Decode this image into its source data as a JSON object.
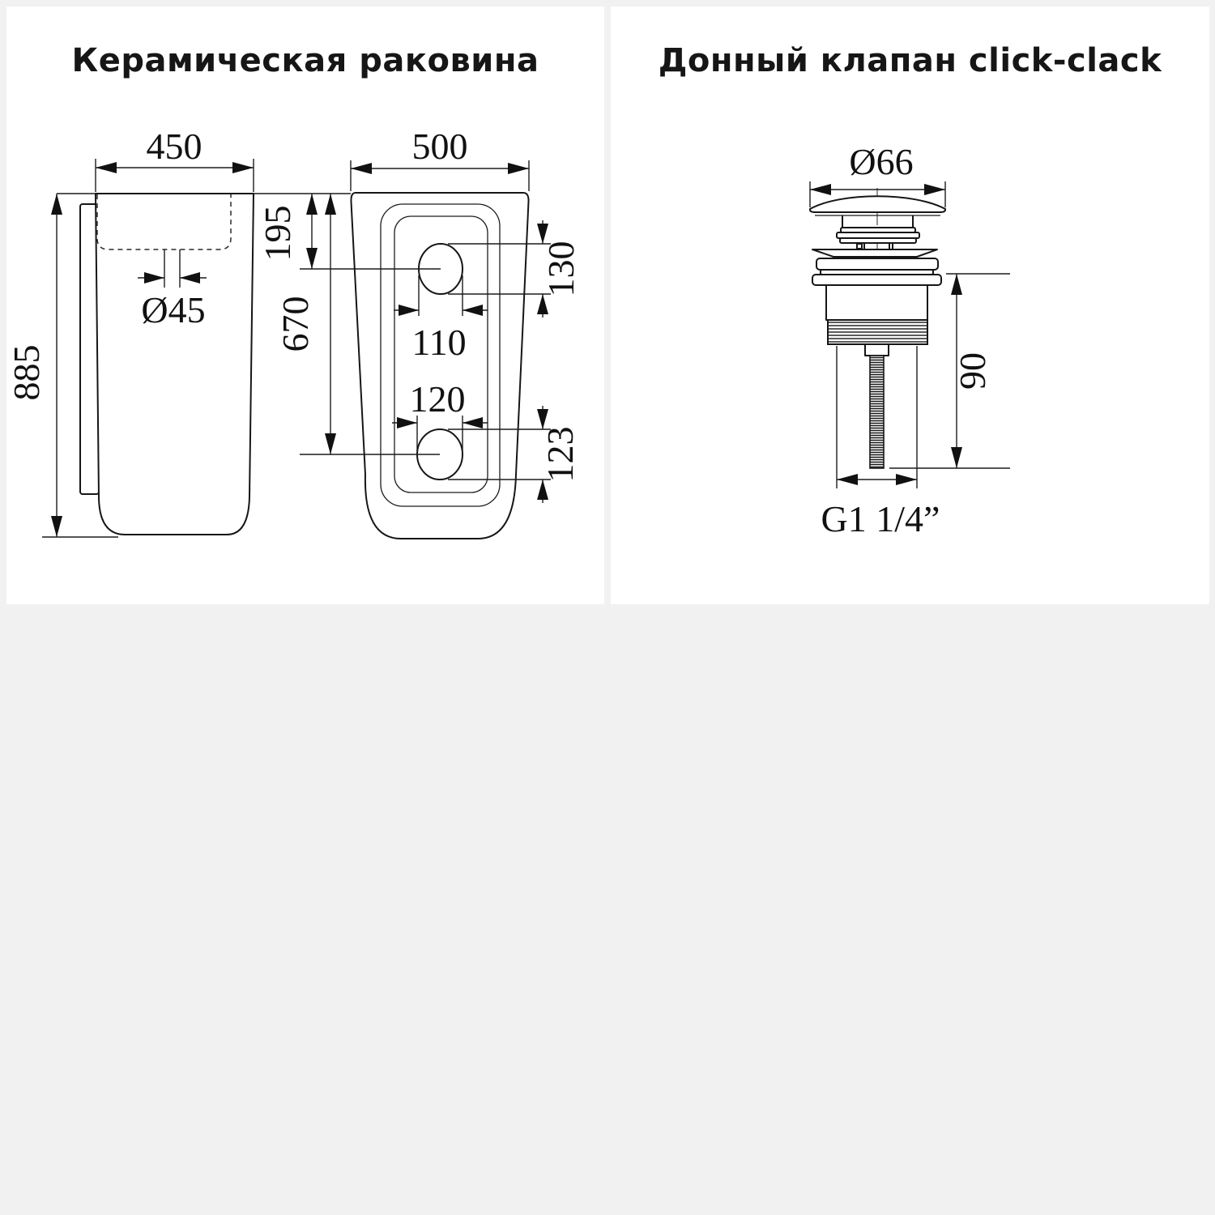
{
  "page": {
    "background": "#f1f1f1",
    "panel_background": "#ffffff",
    "line_color": "#161616"
  },
  "left_panel": {
    "title": "Керамическая раковина",
    "front_view": {
      "width": "450",
      "height": "885",
      "drain_diameter": "Ø45"
    },
    "top_view": {
      "width": "500",
      "faucet_hole_offset": "195",
      "drain_hole_offset": "670",
      "faucet_hole_width": "110",
      "faucet_hole_height": "130",
      "drain_hole_width": "120",
      "drain_hole_height": "123"
    }
  },
  "right_panel": {
    "title": "Донный клапан click-clack",
    "valve": {
      "cap_diameter": "Ø66",
      "body_height": "90",
      "thread_size": "G1 1/4”"
    }
  }
}
